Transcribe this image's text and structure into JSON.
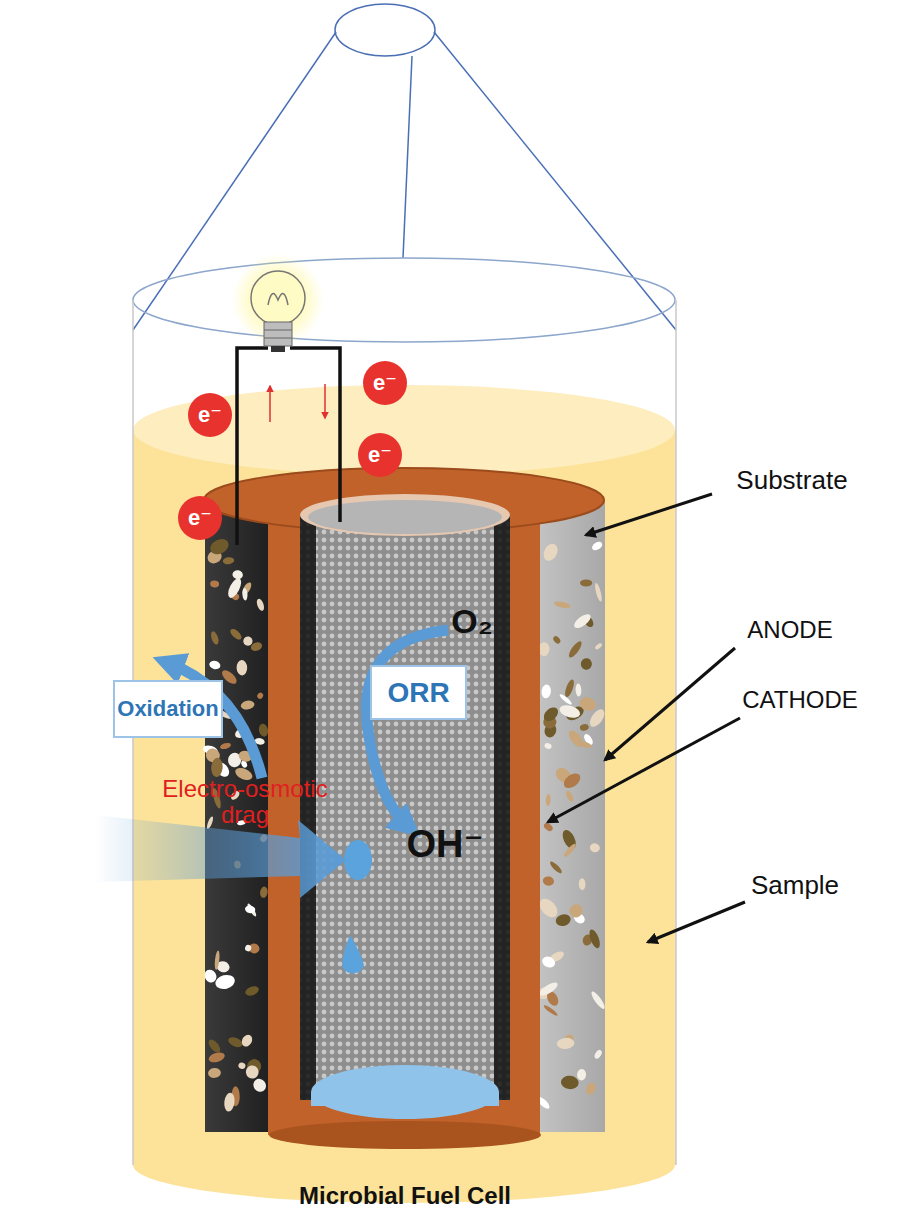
{
  "diagram": {
    "caption": "Microbial Fuel Cell",
    "nodes": [
      {
        "text": [
          "Oxidation"
        ]
      },
      {
        "text": [
          "ORR"
        ]
      }
    ],
    "labels": [
      "e⁻",
      "e⁻",
      "e⁻",
      "e⁻",
      "O₂",
      "OH⁻",
      "Electro-osmotic drag",
      "Substrate",
      "ANODE",
      "CATHODE",
      "Sample"
    ]
  }
}
